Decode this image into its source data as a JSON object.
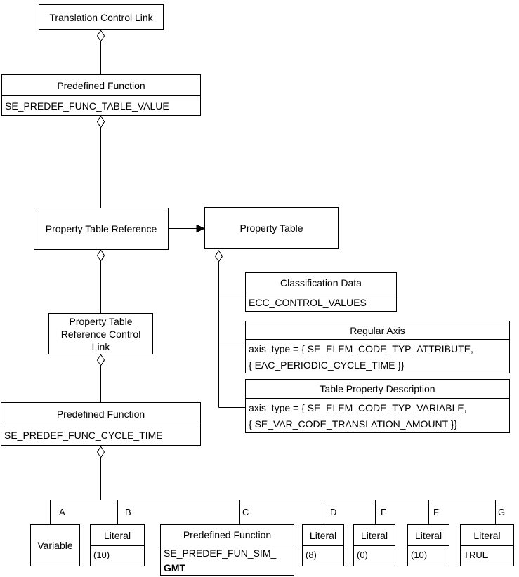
{
  "diagram": {
    "colors": {
      "background": "#ffffff",
      "line": "#000000",
      "text": "#000000",
      "box_fill": "#ffffff"
    },
    "nodes": {
      "translation_control_link": {
        "title": "Translation Control Link"
      },
      "predefined_function_table_value": {
        "title": "Predefined Function",
        "value": "SE_PREDEF_FUNC_TABLE_VALUE"
      },
      "property_table_reference": {
        "title": "Property Table Reference"
      },
      "property_table": {
        "title": "Property Table"
      },
      "classification_data": {
        "title": "Classification Data",
        "value": "ECC_CONTROL_VALUES"
      },
      "regular_axis": {
        "title": "Regular Axis",
        "value_lines": [
          "axis_type = { SE_ELEM_CODE_TYP_ATTRIBUTE,",
          "{ EAC_PERIODIC_CYCLE_TIME }}"
        ]
      },
      "table_property_description": {
        "title": "Table Property Description",
        "value_lines": [
          "axis_type = { SE_ELEM_CODE_TYP_VARIABLE,",
          "{ SE_VAR_CODE_TRANSLATION_AMOUNT }}"
        ]
      },
      "property_table_reference_control_link": {
        "title": "Property Table Reference Control Link"
      },
      "predefined_function_cycle_time": {
        "title": "Predefined Function",
        "value": "SE_PREDEF_FUNC_CYCLE_TIME"
      },
      "variable": {
        "title": "Variable"
      },
      "literal_b": {
        "title": "Literal",
        "value": "(10)"
      },
      "predefined_function_sim_gmt": {
        "title": "Predefined Function",
        "value_lines": [
          "SE_PREDEF_FUN_SIM_",
          "GMT"
        ]
      },
      "literal_d": {
        "title": "Literal",
        "value": "(8)"
      },
      "literal_e": {
        "title": "Literal",
        "value": "(0)"
      },
      "literal_f": {
        "title": "Literal",
        "value": "(10)"
      },
      "literal_g": {
        "title": "Literal",
        "value": "TRUE"
      }
    },
    "edge_labels": {
      "a": "A",
      "b": "B",
      "c": "C",
      "d": "D",
      "e": "E",
      "f": "F",
      "g": "G"
    }
  }
}
